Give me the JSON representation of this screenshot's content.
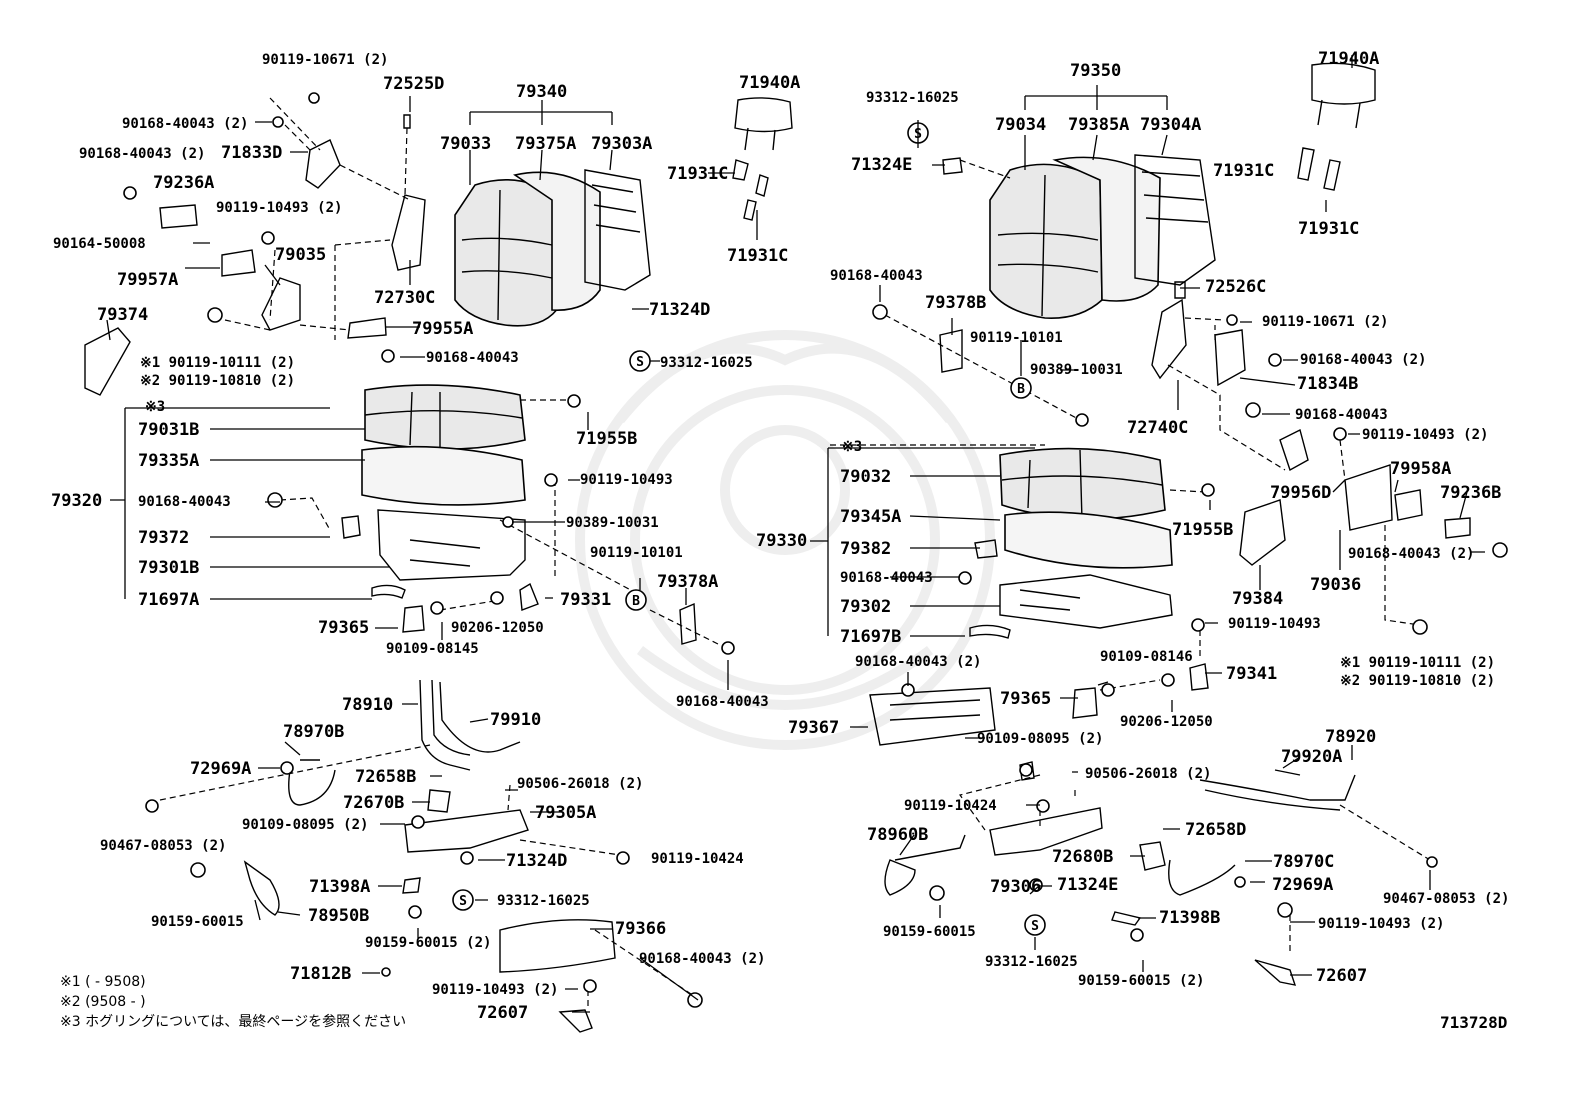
{
  "parts": [
    "90119-10671 (2)",
    "72525D",
    "79340",
    "71940A",
    "90168-40043 (2)",
    "90168-40043 (2)",
    "71833D",
    "79236A",
    "79033",
    "79375A",
    "79303A",
    "71931C",
    "90119-10493 (2)",
    "71931C",
    "90164-50008",
    "79957A",
    "79035",
    "72730C",
    "71324D",
    "79374",
    "79955A",
    "※1 90119-10111 (2)",
    "90168-40043",
    "※2 90119-10810 (2)",
    "93312-16025",
    "※3",
    "79031B",
    "71955B",
    "79335A",
    "90119-10493",
    "79320",
    "90168-40043",
    "90389-10031",
    "79372",
    "90119-10101",
    "79301B",
    "79378A",
    "71697A",
    "79331",
    "79365",
    "90206-12050",
    "90109-08145",
    "90168-40043",
    "78910",
    "79910",
    "78970B",
    "72969A",
    "72658B",
    "90506-26018 (2)",
    "72670B",
    "79305A",
    "90109-08095 (2)",
    "90467-08053 (2)",
    "71324D",
    "90119-10424",
    "71398A",
    "93312-16025",
    "90159-60015",
    "78950B",
    "79366",
    "90159-60015 (2)",
    "71812B",
    "90168-40043 (2)",
    "90119-10493 (2)",
    "72607",
    "79350",
    "71940A",
    "93312-16025",
    "79034",
    "79385A",
    "79304A",
    "71324E",
    "71931C",
    "71931C",
    "90168-40043",
    "79378B",
    "72526C",
    "90119-10101",
    "90119-10671 (2)",
    "90389-10031",
    "90168-40043 (2)",
    "71834B",
    "72740C",
    "90168-40043",
    "※3",
    "90119-10493 (2)",
    "79032",
    "79958A",
    "79956D",
    "79236B",
    "79345A",
    "71955B",
    "79330",
    "79382",
    "79036",
    "90168-40043 (2)",
    "90168-40043",
    "79384",
    "79302",
    "71697B",
    "90119-10493",
    "※1 90119-10111 (2)",
    "90168-40043 (2)",
    "90109-08146",
    "79341",
    "※2 90119-10810 (2)",
    "79365",
    "79367",
    "90206-12050",
    "90109-08095 (2)",
    "78920",
    "90506-26018 (2)",
    "79920A",
    "90119-10424",
    "72658D",
    "78960B",
    "72680B",
    "78970C",
    "79306",
    "71324E",
    "72969A",
    "90467-08053 (2)",
    "90159-60015",
    "71398B",
    "90119-10493 (2)",
    "93312-16025",
    "90159-60015 (2)",
    "72607"
  ],
  "notes": [
    "※1 (      - 9508)",
    "※2 (9508 -      )",
    "※3  ホグリングについては、最終ページを参照ください"
  ],
  "figure_number": "713728D",
  "circle_symbols": {
    "s": "S",
    "b": "B"
  }
}
